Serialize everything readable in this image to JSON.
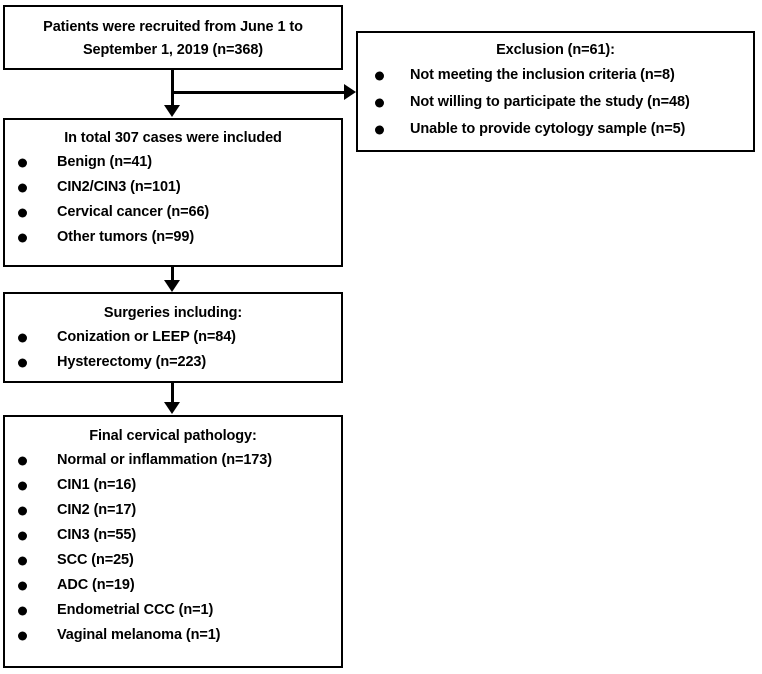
{
  "flowchart": {
    "boxes": {
      "recruited": {
        "title_line1": "Patients were recruited from June 1 to",
        "title_line2": "September 1, 2019 (n=368)"
      },
      "exclusion": {
        "title": "Exclusion (n=61):",
        "items": [
          "Not meeting the inclusion criteria (n=8)",
          "Not willing to participate the study (n=48)",
          "Unable to provide cytology sample (n=5)"
        ]
      },
      "included": {
        "title": "In total 307 cases were included",
        "items": [
          "Benign (n=41)",
          "CIN2/CIN3 (n=101)",
          "Cervical cancer (n=66)",
          "Other tumors (n=99)"
        ]
      },
      "surgeries": {
        "title": "Surgeries including:",
        "items": [
          "Conization or LEEP (n=84)",
          "Hysterectomy (n=223)"
        ]
      },
      "pathology": {
        "title": "Final cervical pathology:",
        "items": [
          "Normal or inflammation (n=173)",
          "CIN1 (n=16)",
          "CIN2 (n=17)",
          "CIN3 (n=55)",
          "SCC (n=25)",
          "ADC (n=19)",
          "Endometrial CCC (n=1)",
          "Vaginal melanoma (n=1)"
        ]
      }
    },
    "colors": {
      "stroke": "#000000",
      "fill": "#ffffff",
      "text": "#000000"
    }
  }
}
